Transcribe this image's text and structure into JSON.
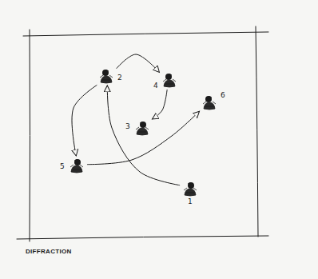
{
  "diagram": {
    "caption": "DIFFRACTION",
    "nodes": [
      {
        "text": [
          "1"
        ]
      },
      {
        "text": [
          "2"
        ]
      },
      {
        "text": [
          "3"
        ]
      },
      {
        "text": [
          "4"
        ]
      },
      {
        "text": [
          "5"
        ]
      },
      {
        "text": [
          "6"
        ]
      }
    ],
    "edges": [
      {
        "from": 0,
        "to": 1,
        "arrow": "to"
      },
      {
        "from": 1,
        "to": 3,
        "arrow": "to"
      },
      {
        "from": 1,
        "to": 4,
        "arrow": "to"
      },
      {
        "from": 3,
        "to": 2,
        "arrow": "to"
      },
      {
        "from": 4,
        "to": 5,
        "arrow": "to"
      }
    ]
  }
}
